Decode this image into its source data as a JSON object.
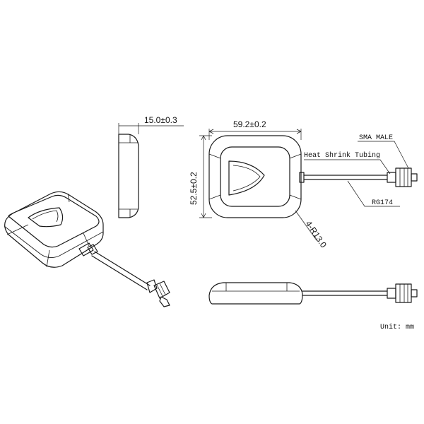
{
  "dimensions": {
    "thickness": "15.0±0.3",
    "width": "59.2±0.2",
    "height": "52.5±0.2",
    "corner_radius": "4-R13.0"
  },
  "callouts": {
    "connector": "SMA MALE",
    "sleeve": "Heat Shrink Tubing",
    "cable": "RG174"
  },
  "units": "Unit: mm",
  "colors": {
    "line": "#1a1a1a",
    "fill": "#ffffff"
  }
}
